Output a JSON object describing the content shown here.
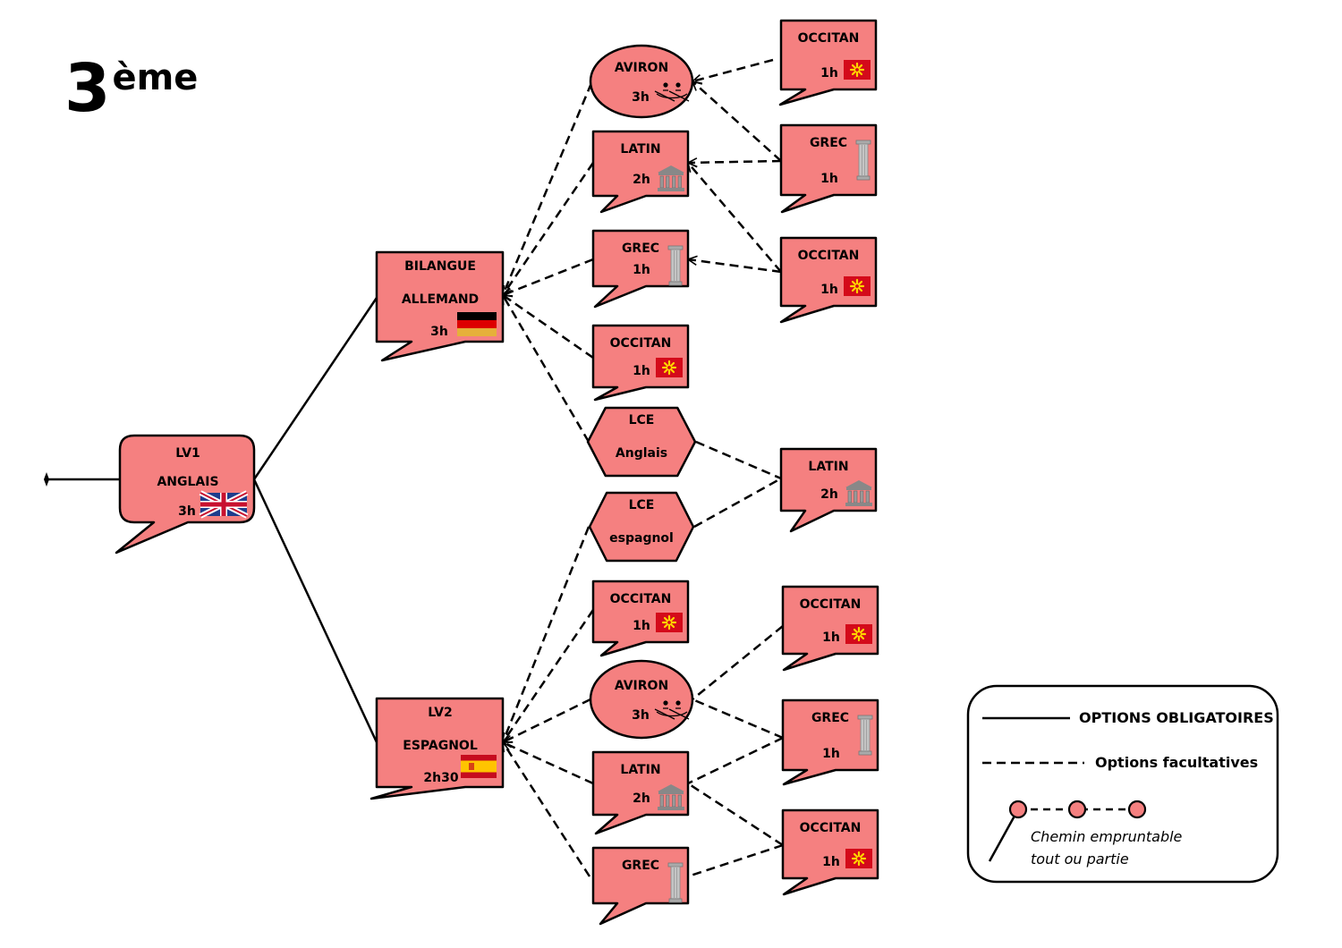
{
  "title": {
    "main": "3",
    "sup": "ème"
  },
  "colors": {
    "box_fill": "#f58080",
    "stroke": "#000000",
    "occitan_flag": "#d40a1a",
    "occitan_cross": "#ffd400",
    "monument": "#888888"
  },
  "nodes": {
    "lv1": {
      "line1": "LV1",
      "line2": "ANGLAIS",
      "hours": "3h",
      "icon": "uk-flag-icon"
    },
    "bilangue": {
      "line1": "BILANGUE",
      "line2": "ALLEMAND",
      "hours": "3h",
      "icon": "germany-flag-icon"
    },
    "lv2": {
      "line1": "LV2",
      "line2": "ESPAGNOL",
      "hours": "2h30",
      "icon": "spain-flag-icon"
    },
    "a_aviron": {
      "label": "AVIRON",
      "hours": "3h",
      "icon": "rowing-icon"
    },
    "a_latin": {
      "label": "LATIN",
      "hours": "2h",
      "icon": "temple-icon"
    },
    "a_grec": {
      "label": "GREC",
      "hours": "1h",
      "icon": "column-icon"
    },
    "a_occitan": {
      "label": "OCCITAN",
      "hours": "1h",
      "icon": "occitan-cross-icon"
    },
    "lce_anglais": {
      "line1": "LCE",
      "line2": "Anglais"
    },
    "lce_espagnol": {
      "line1": "LCE",
      "line2": "espagnol"
    },
    "b_occitan": {
      "label": "OCCITAN",
      "hours": "1h",
      "icon": "occitan-cross-icon"
    },
    "b_aviron": {
      "label": "AVIRON",
      "hours": "3h",
      "icon": "rowing-icon"
    },
    "b_latin": {
      "label": "LATIN",
      "hours": "2h",
      "icon": "temple-icon"
    },
    "b_grec": {
      "label": "GREC",
      "icon": "column-icon"
    },
    "c_occitan1": {
      "label": "OCCITAN",
      "hours": "1h",
      "icon": "occitan-cross-icon"
    },
    "c_grec1": {
      "label": "GREC",
      "hours": "1h",
      "icon": "column-icon"
    },
    "c_occitan2": {
      "label": "OCCITAN",
      "hours": "1h",
      "icon": "occitan-cross-icon"
    },
    "c_latin": {
      "label": "LATIN",
      "hours": "2h",
      "icon": "temple-icon"
    },
    "c_occitan3": {
      "label": "OCCITAN",
      "hours": "1h",
      "icon": "occitan-cross-icon"
    },
    "c_grec2": {
      "label": "GREC",
      "hours": "1h",
      "icon": "column-icon"
    },
    "c_occitan4": {
      "label": "OCCITAN",
      "hours": "1h",
      "icon": "occitan-cross-icon"
    }
  },
  "legend": {
    "solid": "OPTIONS OBLIGATOIRES",
    "dashed": "Options facultatives",
    "path_line1": "Chemin empruntable",
    "path_line2": "tout ou partie"
  }
}
